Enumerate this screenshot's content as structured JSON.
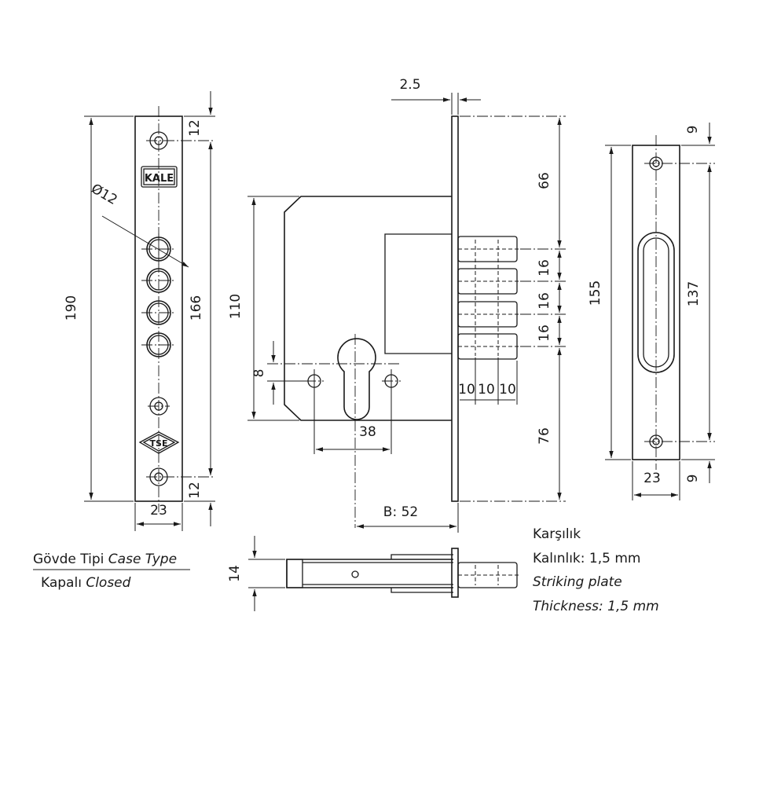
{
  "faceplate": {
    "height": "190",
    "width": "23",
    "hole_pitch": "166",
    "top_offset": "12",
    "bottom_offset": "12",
    "hole_diameter": "Ø12",
    "brand_logo": "KALE",
    "cert_logo": "TSE"
  },
  "lock_body": {
    "plate_thickness": "2.5",
    "height": "110",
    "cylinder_offset": "8",
    "screw_spacing": "38",
    "backset": "B: 52",
    "top_to_bolt": "66",
    "bolt_pitch_1": "16",
    "bolt_pitch_2": "16",
    "bolt_pitch_3": "16",
    "bolt_to_bottom": "76",
    "bolt_step_1": "10",
    "bolt_step_2": "10",
    "bolt_step_3": "10"
  },
  "striking_plate": {
    "height": "155",
    "width": "23",
    "hole_pitch": "137",
    "top_offset": "9",
    "bottom_offset": "9"
  },
  "bottom_view": {
    "thickness": "14"
  },
  "case_type": {
    "label_tr": "Gövde Tipi",
    "label_en": "Case Type",
    "value_tr": "Kapalı",
    "value_en": "Closed"
  },
  "plate_note": {
    "title_tr": "Karşılık",
    "thickness_tr": "Kalınlık: 1,5 mm",
    "title_en": "Striking plate",
    "thickness_en": "Thickness: 1,5 mm"
  }
}
